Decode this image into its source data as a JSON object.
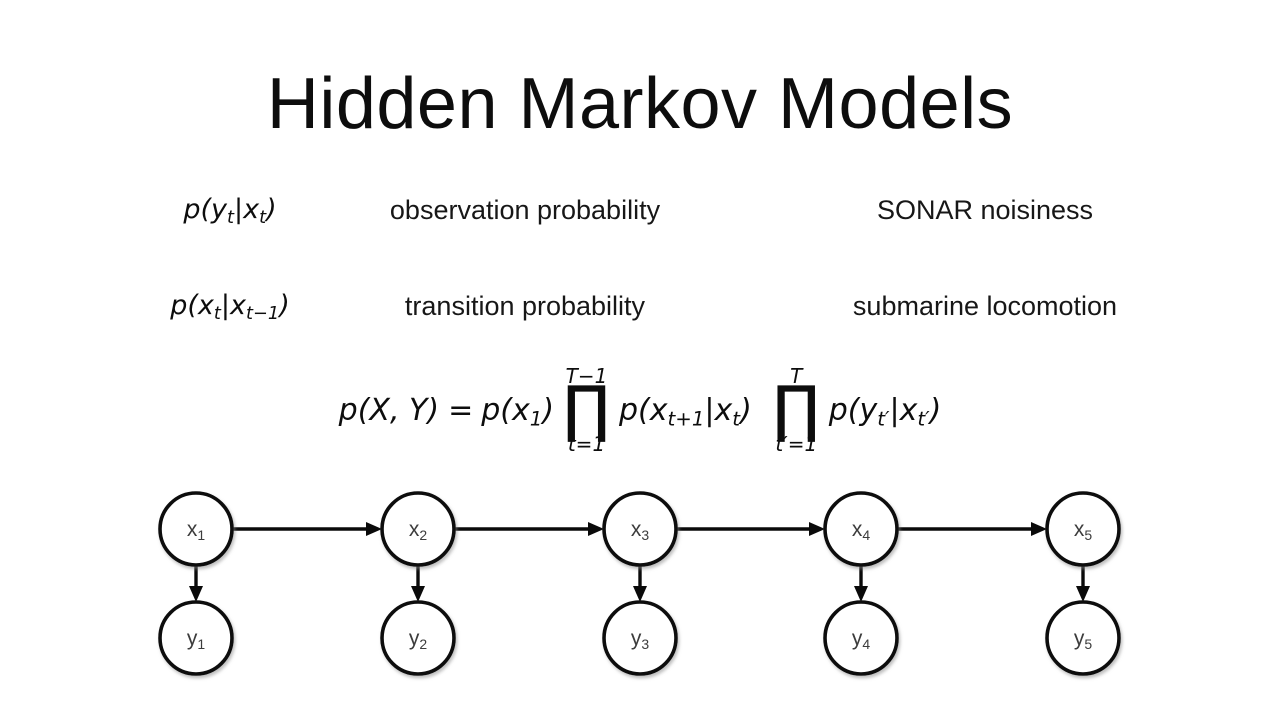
{
  "slide": {
    "title": "Hidden Markov Models",
    "background_color": "#ffffff",
    "text_color": "#0d0d0d"
  },
  "definitions": [
    {
      "math": "p(yₜ|xₜ)",
      "math_parts": {
        "fn": "p",
        "open": "(",
        "var": "y",
        "var_sub": "t",
        "bar": "|",
        "cond": "x",
        "cond_sub": "t",
        "close": ")"
      },
      "name": "observation probability",
      "meaning": "SONAR noisiness"
    },
    {
      "math": "p(xₜ|xₜ₋₁)",
      "math_parts": {
        "fn": "p",
        "open": "(",
        "var": "x",
        "var_sub": "t",
        "bar": "|",
        "cond": "x",
        "cond_sub": "t−1",
        "close": ")"
      },
      "name": "transition probability",
      "meaning": "submarine locomotion"
    }
  ],
  "equation": {
    "lhs": "p(X, Y)",
    "equals": "=",
    "initial": "p(x",
    "initial_sub": "1",
    "initial_close": ")",
    "product1": {
      "glyph": "∏",
      "upper": "T−1",
      "lower": "t=1",
      "term_prefix": "p(x",
      "term_sub1": "t+1",
      "term_bar": "|x",
      "term_sub2": "t",
      "term_close": ")"
    },
    "product2": {
      "glyph": "∏",
      "upper": "T",
      "lower": "t′=1",
      "term_prefix": "p(y",
      "term_sub1": "t′",
      "term_bar": "|x",
      "term_sub2": "t′",
      "term_close": ")"
    }
  },
  "graph": {
    "node_fill": "#ffffff",
    "node_stroke": "#0a0a0a",
    "label_color": "#3c3c3c",
    "hidden_states": [
      {
        "base": "x",
        "sub": "1"
      },
      {
        "base": "x",
        "sub": "2"
      },
      {
        "base": "x",
        "sub": "3"
      },
      {
        "base": "x",
        "sub": "4"
      },
      {
        "base": "x",
        "sub": "5"
      }
    ],
    "observations": [
      {
        "base": "y",
        "sub": "1"
      },
      {
        "base": "y",
        "sub": "2"
      },
      {
        "base": "y",
        "sub": "3"
      },
      {
        "base": "y",
        "sub": "4"
      },
      {
        "base": "y",
        "sub": "5"
      }
    ],
    "transition_edges": 4,
    "emission_edges": 5
  }
}
